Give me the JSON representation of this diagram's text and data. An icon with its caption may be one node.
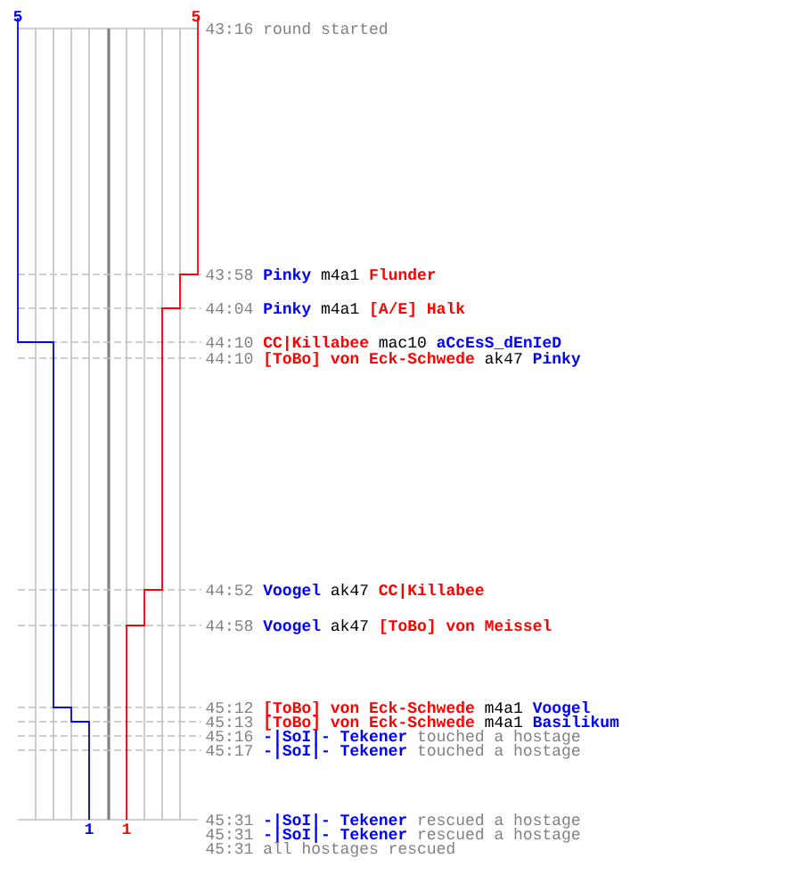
{
  "diagram": {
    "labels": [
      "5",
      "5",
      "43:16",
      "round started",
      "43:58",
      "Pinky",
      "m4a1",
      "Flunder",
      "44:04",
      "Pinky",
      "m4a1",
      "[A/E] Halk",
      "44:10",
      "CC|Killabee",
      "mac10",
      "aCcEsS_dEnIeD",
      "44:10",
      "[ToBo] von Eck-Schwede",
      "ak47",
      "Pinky",
      "44:52",
      "Voogel",
      "ak47",
      "CC|Killabee",
      "44:58",
      "Voogel",
      "ak47",
      "[ToBo] von Meissel",
      "45:12",
      "[ToBo] von Eck-Schwede",
      "m4a1",
      "Voogel",
      "45:13",
      "[ToBo] von Eck-Schwede",
      "m4a1",
      "Basilikum",
      "45:16",
      "-|SoI|- Tekener",
      "touched a hostage",
      "45:17",
      "-|SoI|- Tekener",
      "touched a hostage",
      "1",
      "1",
      "45:31",
      "-|SoI|- Tekener",
      "rescued a hostage",
      "45:31",
      "-|SoI|- Tekener",
      "rescued a hostage",
      "45:31",
      "all hostages rescued"
    ]
  }
}
